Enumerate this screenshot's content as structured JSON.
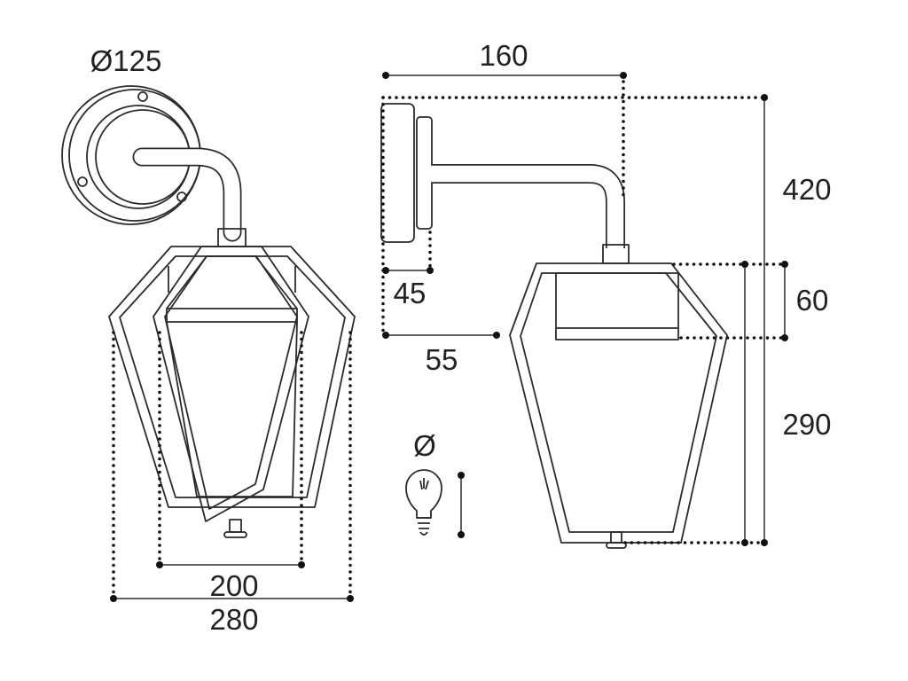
{
  "drawing": {
    "front_view": {
      "plate_diameter": "Ø125",
      "inner_width": "200",
      "outer_width": "280"
    },
    "side_view": {
      "projection": "160",
      "total_height": "420",
      "plate_depth": "45",
      "wall_offset": "55",
      "cap_height": "60",
      "lantern_height": "290"
    },
    "bulb": {
      "diameter_symbol": "Ø",
      "icon": "light-bulb-icon"
    },
    "colors": {
      "line": "#2b2b2b",
      "background": "#ffffff"
    }
  }
}
